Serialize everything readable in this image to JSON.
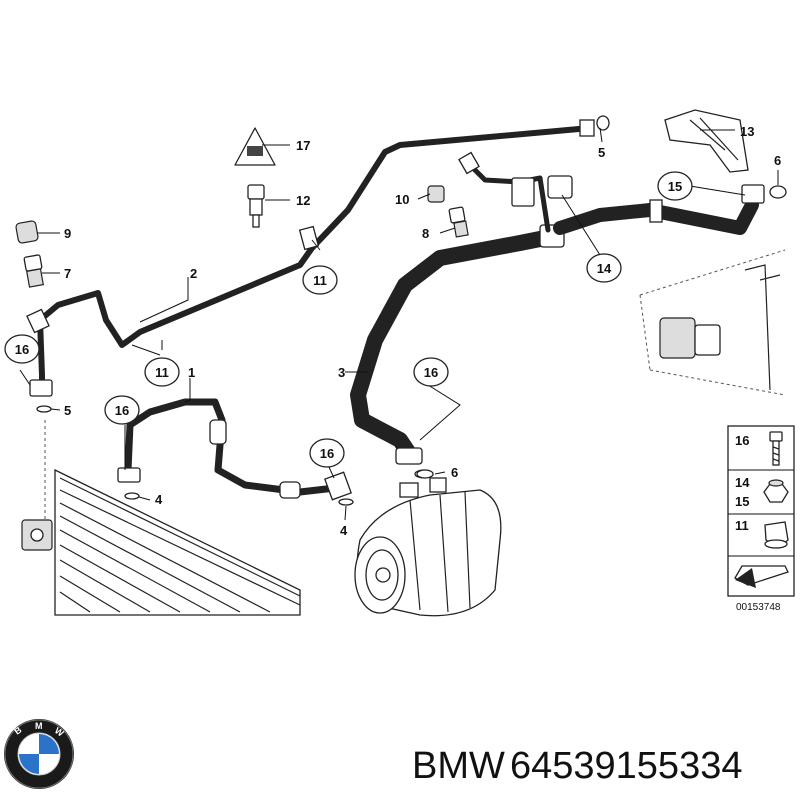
{
  "diagram": {
    "labels": {
      "l1": "1",
      "l2": "2",
      "l3": "3",
      "l4a": "4",
      "l4b": "4",
      "l5a": "5",
      "l5b": "5",
      "l6a": "6",
      "l6b": "6",
      "l7": "7",
      "l8": "8",
      "l9": "9",
      "l10": "10",
      "l11a": "11",
      "l11b": "11",
      "l12": "12",
      "l13": "13",
      "l14": "14",
      "l15": "15",
      "l16a": "16",
      "l16b": "16",
      "l16c": "16",
      "l16d": "16",
      "l17": "17"
    },
    "legend": {
      "row1": "16",
      "row2a": "14",
      "row2b": "15",
      "row3": "11"
    },
    "ref_code": "00153748"
  },
  "footer": {
    "brand": "BMW",
    "part_number": "64539155334",
    "logo_letters": "BMW"
  }
}
